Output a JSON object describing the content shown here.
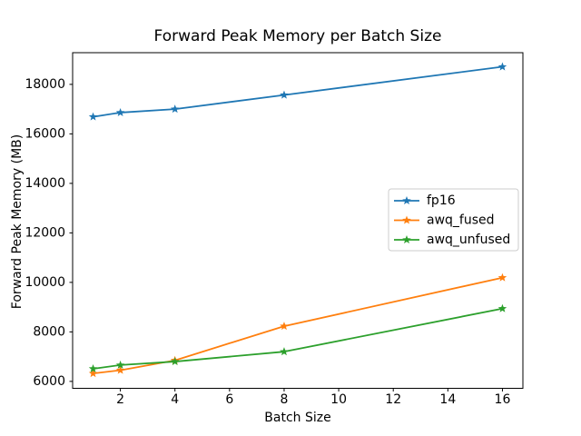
{
  "chart_data": {
    "type": "line",
    "title": "Forward Peak Memory per Batch Size",
    "xlabel": "Batch Size",
    "ylabel": "Forward Peak Memory (MB)",
    "x": [
      1,
      2,
      4,
      8,
      16
    ],
    "series": [
      {
        "name": "fp16",
        "color": "#1f77b4",
        "values": [
          16690,
          16860,
          17000,
          17570,
          18710
        ]
      },
      {
        "name": "awq_fused",
        "color": "#ff7f0e",
        "values": [
          6320,
          6450,
          6850,
          8230,
          10190
        ]
      },
      {
        "name": "awq_unfused",
        "color": "#2ca02c",
        "values": [
          6510,
          6660,
          6800,
          7200,
          8940
        ]
      }
    ],
    "marker": "star",
    "xticks": [
      2,
      4,
      6,
      8,
      10,
      12,
      14,
      16
    ],
    "yticks": [
      6000,
      8000,
      10000,
      12000,
      14000,
      16000,
      18000
    ],
    "xlim": [
      0.25,
      16.75
    ],
    "ylim": [
      5720,
      19280
    ],
    "grid": false,
    "legend_position": "center-right",
    "background_color": "#ffffff",
    "spine_color": "#000000",
    "legend_border_color": "#cccccc"
  }
}
